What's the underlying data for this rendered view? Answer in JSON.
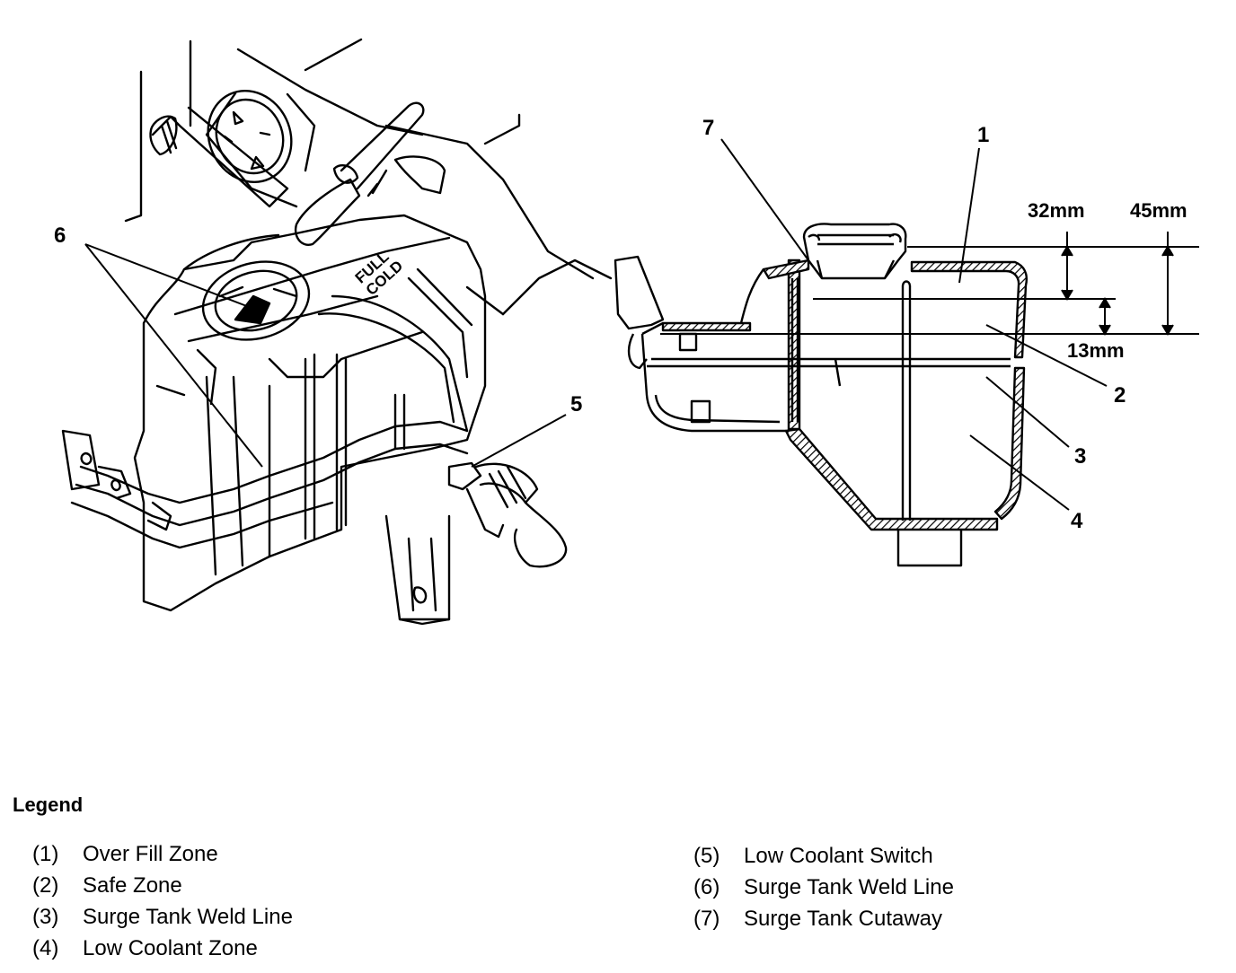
{
  "callouts": {
    "c1": "1",
    "c2": "2",
    "c3": "3",
    "c4": "4",
    "c5": "5",
    "c6": "6",
    "c7": "7"
  },
  "dimensions": {
    "d32": "32mm",
    "d45": "45mm",
    "d13": "13mm"
  },
  "tank_marking": {
    "line1": "FULL",
    "line2": "COLD"
  },
  "legend": {
    "title": "Legend",
    "items": [
      {
        "num": "(1)",
        "label": "Over Fill Zone"
      },
      {
        "num": "(2)",
        "label": "Safe Zone"
      },
      {
        "num": "(3)",
        "label": "Surge Tank Weld Line"
      },
      {
        "num": "(4)",
        "label": "Low Coolant Zone"
      },
      {
        "num": "(5)",
        "label": "Low Coolant Switch"
      },
      {
        "num": "(6)",
        "label": "Surge Tank Weld Line"
      },
      {
        "num": "(7)",
        "label": "Surge Tank Cutaway"
      }
    ]
  }
}
